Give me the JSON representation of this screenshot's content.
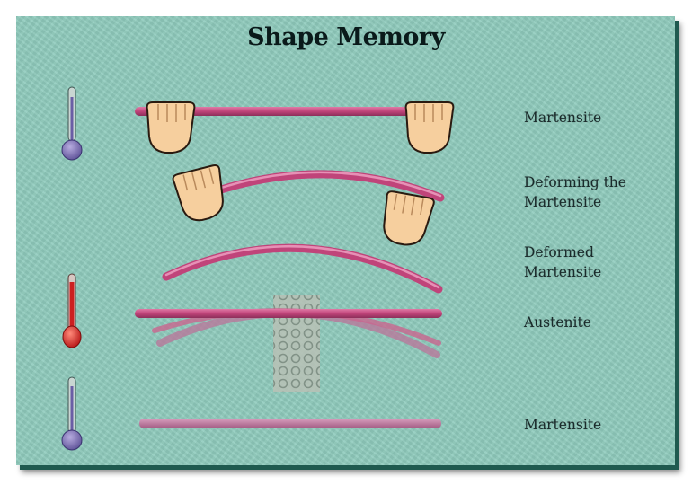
{
  "title": "Shape Memory",
  "stages": [
    {
      "line1": "Martensite",
      "line2": ""
    },
    {
      "line1": "Deforming the",
      "line2": "Martensite"
    },
    {
      "line1": "Deformed",
      "line2": "Martensite"
    },
    {
      "line1": "Austenite",
      "line2": ""
    },
    {
      "line1": "Martensite",
      "line2": ""
    }
  ],
  "colors": {
    "background": "#8fcbbd",
    "rod": "#c0447a",
    "thermometer_cold": "#7f73b8",
    "thermometer_hot": "#d52a2a",
    "hand": "#f6cf9e",
    "lattice": "#9ea79a"
  },
  "icons": [
    "thermometer-cold-icon",
    "thermometer-hot-icon",
    "hand-icon"
  ]
}
